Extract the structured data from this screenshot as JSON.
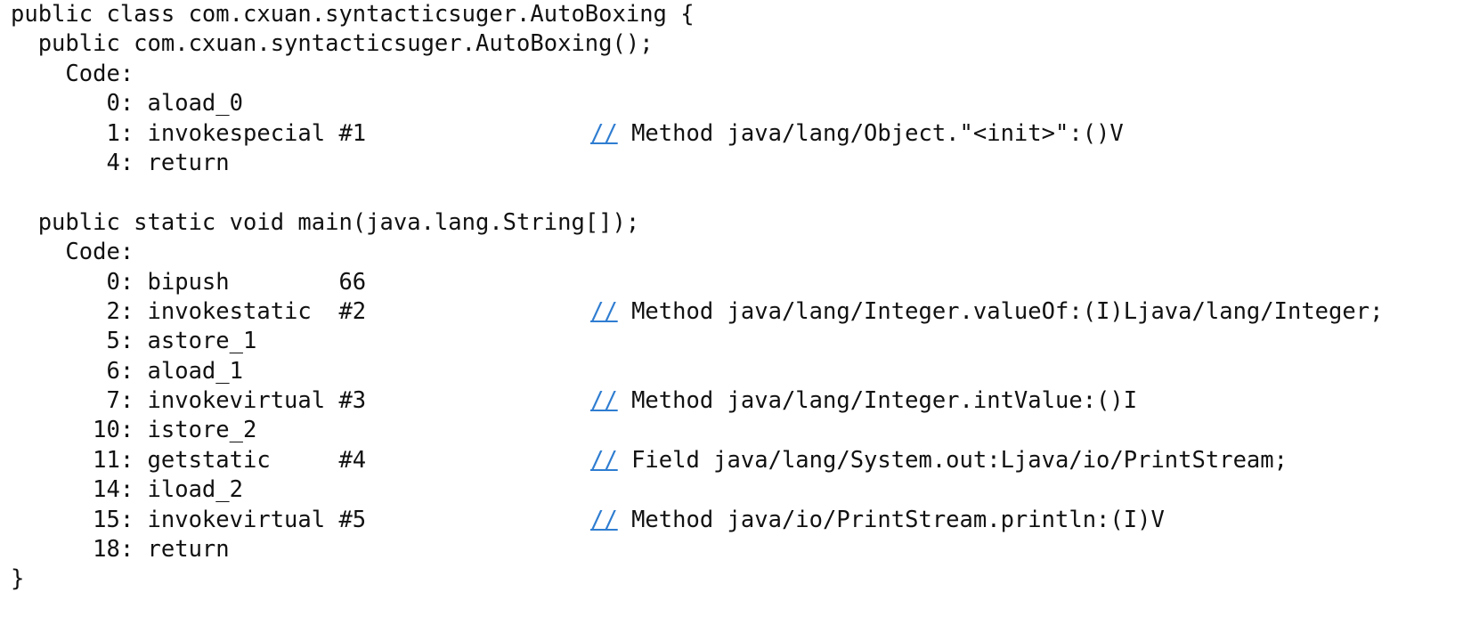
{
  "document": {
    "kind": "javap-disassembly",
    "class_declaration": "public class com.cxuan.syntacticsuger.AutoBoxing {",
    "closing_brace": "}",
    "comment_marker": "//",
    "colors": {
      "background": "#ffffff",
      "text": "#111111",
      "comment_marker_link": "#2f7dd1"
    }
  },
  "lines": [
    {
      "id": "class-decl",
      "main": "public class com.cxuan.syntacticsuger.AutoBoxing {",
      "comment": ""
    },
    {
      "id": "ctor-decl",
      "main": "  public com.cxuan.syntacticsuger.AutoBoxing();",
      "comment": ""
    },
    {
      "id": "ctor-code-label",
      "main": "    Code:",
      "comment": ""
    },
    {
      "id": "ctor-op-0",
      "main": "       0: aload_0",
      "comment": ""
    },
    {
      "id": "ctor-op-1",
      "main": "       1: invokespecial #1",
      "comment": " Method java/lang/Object.\"<init>\":()V"
    },
    {
      "id": "ctor-op-4",
      "main": "       4: return",
      "comment": ""
    },
    {
      "id": "gap-1",
      "main": "",
      "comment": ""
    },
    {
      "id": "main-decl",
      "main": "  public static void main(java.lang.String[]);",
      "comment": ""
    },
    {
      "id": "main-code-label",
      "main": "    Code:",
      "comment": ""
    },
    {
      "id": "main-op-0",
      "main": "       0: bipush        66",
      "comment": ""
    },
    {
      "id": "main-op-2",
      "main": "       2: invokestatic  #2",
      "comment": " Method java/lang/Integer.valueOf:(I)Ljava/lang/Integer;"
    },
    {
      "id": "main-op-5",
      "main": "       5: astore_1",
      "comment": ""
    },
    {
      "id": "main-op-6",
      "main": "       6: aload_1",
      "comment": ""
    },
    {
      "id": "main-op-7",
      "main": "       7: invokevirtual #3",
      "comment": " Method java/lang/Integer.intValue:()I"
    },
    {
      "id": "main-op-10",
      "main": "      10: istore_2",
      "comment": ""
    },
    {
      "id": "main-op-11",
      "main": "      11: getstatic     #4",
      "comment": " Field java/lang/System.out:Ljava/io/PrintStream;"
    },
    {
      "id": "main-op-14",
      "main": "      14: iload_2",
      "comment": ""
    },
    {
      "id": "main-op-15",
      "main": "      15: invokevirtual #5",
      "comment": " Method java/io/PrintStream.println:(I)V"
    },
    {
      "id": "main-op-18",
      "main": "      18: return",
      "comment": ""
    },
    {
      "id": "class-close",
      "main": "}",
      "comment": ""
    }
  ]
}
